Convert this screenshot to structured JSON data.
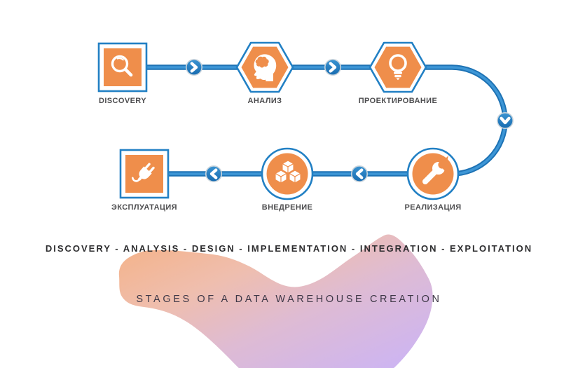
{
  "flowchart": {
    "stages": [
      {
        "label": "DISCOVERY",
        "shape": "square",
        "icon": "magnifier-icon"
      },
      {
        "label": "АНАЛИЗ",
        "shape": "hexagon",
        "icon": "brain-head-icon"
      },
      {
        "label": "ПРОЕКТИРОВАНИЕ",
        "shape": "hexagon",
        "icon": "lightbulb-icon"
      },
      {
        "label": "РЕАЛИЗАЦИЯ",
        "shape": "circle",
        "icon": "wrench-icon"
      },
      {
        "label": "ВНЕДРЕНИЕ",
        "shape": "circle",
        "icon": "cubes-icon"
      },
      {
        "label": "ЭКСПЛУАТАЦИЯ",
        "shape": "square",
        "icon": "plug-icon"
      }
    ],
    "connector_arrows": [
      "chevron-right",
      "chevron-right",
      "chevron-down",
      "chevron-left",
      "chevron-left"
    ]
  },
  "footer": {
    "stages_line": "DISCOVERY - ANALYSIS - DESIGN - IMPLEMENTATION - INTEGRATION - EXPLOITATION",
    "title": "STAGES OF A DATA WAREHOUSE CREATION"
  },
  "colors": {
    "node_orange": "#EF8E4B",
    "line_blue": "#1D72B4",
    "line_blue_light": "#3D96D6",
    "node_border_blue": "#2280C4",
    "label_gray": "#4D4D4F",
    "separator_text": "#2D2D2F",
    "title_text": "#3E3847",
    "blob_orange": "#F5B184",
    "blob_pink": "#EFBEAE",
    "blob_mauve": "#DEBBD4",
    "blob_purple": "#C9B3F9"
  }
}
